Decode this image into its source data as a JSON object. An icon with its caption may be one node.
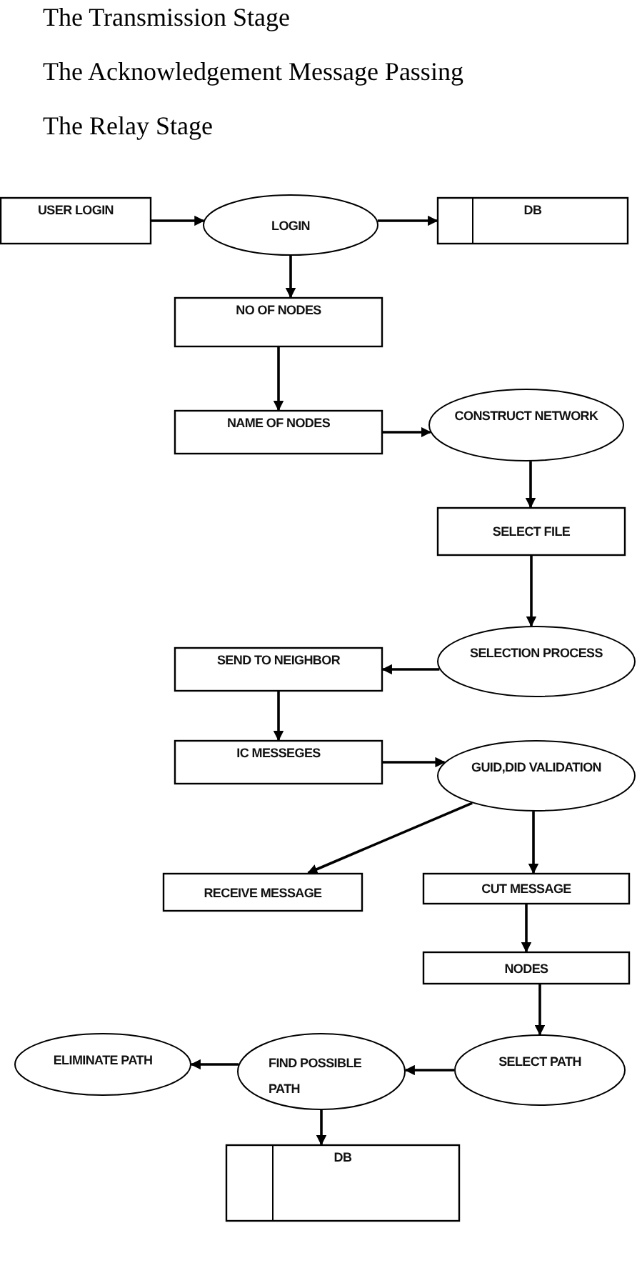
{
  "diagram": {
    "nodes": [
      {
        "text": [
          "USER LOGIN"
        ]
      },
      {
        "text": [
          "LOGIN"
        ]
      },
      {
        "text": [
          "DB"
        ]
      },
      {
        "text": [
          "NO OF NODES"
        ]
      },
      {
        "text": [
          "NAME OF NODES"
        ]
      },
      {
        "text": [
          "CONSTRUCT NETWORK"
        ]
      },
      {
        "text": [
          "SELECT FILE"
        ]
      },
      {
        "text": [
          "SELECTION PROCESS"
        ]
      },
      {
        "text": [
          "SEND TO NEIGHBOR"
        ]
      },
      {
        "text": [
          "IC MESSEGES"
        ]
      },
      {
        "text": [
          "GUID,DID VALIDATION"
        ]
      },
      {
        "text": [
          "RECEIVE MESSAGE"
        ]
      },
      {
        "text": [
          "CUT MESSAGE"
        ]
      },
      {
        "text": [
          "NODES"
        ]
      },
      {
        "text": [
          "SELECT PATH"
        ]
      },
      {
        "text": [
          "FIND POSSIBLE PATH"
        ]
      },
      {
        "text": [
          "ELIMINATE PATH"
        ]
      },
      {
        "text": [
          "DB"
        ]
      }
    ],
    "edges": [
      {
        "from": 0,
        "to": 1,
        "arrow": "to"
      },
      {
        "from": 1,
        "to": 2,
        "arrow": "to"
      },
      {
        "from": 1,
        "to": 3,
        "arrow": "to"
      },
      {
        "from": 3,
        "to": 4,
        "arrow": "to"
      },
      {
        "from": 4,
        "to": 5,
        "arrow": "to"
      },
      {
        "from": 5,
        "to": 6,
        "arrow": "to"
      },
      {
        "from": 6,
        "to": 7,
        "arrow": "to"
      },
      {
        "from": 7,
        "to": 8,
        "arrow": "to"
      },
      {
        "from": 8,
        "to": 9,
        "arrow": "to"
      },
      {
        "from": 9,
        "to": 10,
        "arrow": "to"
      },
      {
        "from": 10,
        "to": 11,
        "arrow": "to"
      },
      {
        "from": 10,
        "to": 12,
        "arrow": "to"
      },
      {
        "from": 12,
        "to": 13,
        "arrow": "to"
      },
      {
        "from": 13,
        "to": 14,
        "arrow": "to"
      },
      {
        "from": 14,
        "to": 15,
        "arrow": "to"
      },
      {
        "from": 15,
        "to": 16,
        "arrow": "to"
      },
      {
        "from": 15,
        "to": 17,
        "arrow": "to"
      }
    ],
    "labels": [
      "The Transmission Stage",
      "The Acknowledgement Message Passing",
      "The Relay Stage"
    ]
  }
}
